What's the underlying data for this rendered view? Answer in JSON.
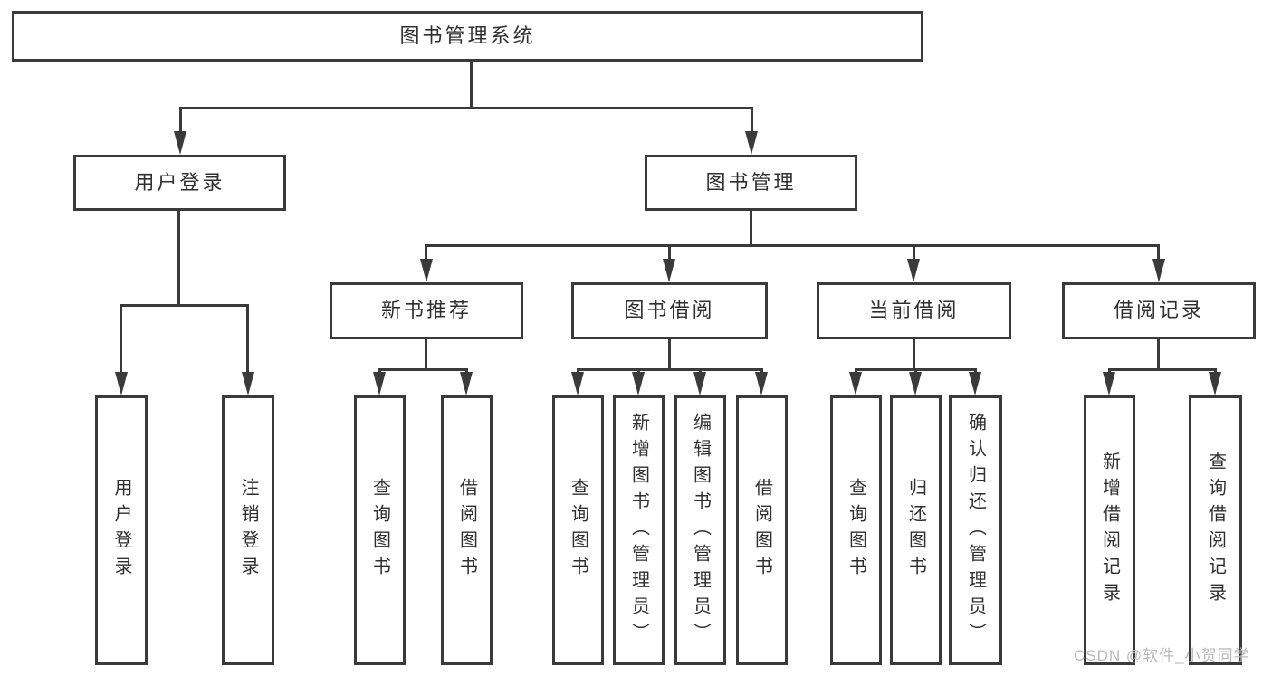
{
  "diagram": {
    "root": {
      "label": "图书管理系统"
    },
    "login": {
      "label": "用户登录",
      "leaves": [
        "用户登录",
        "注销登录"
      ]
    },
    "manage": {
      "label": "图书管理",
      "children": [
        {
          "label": "新书推荐",
          "leaves": [
            "查询图书",
            "借阅图书"
          ]
        },
        {
          "label": "图书借阅",
          "leaves": [
            "查询图书",
            "新增图书（管理员）",
            "编辑图书（管理员）",
            "借阅图书"
          ]
        },
        {
          "label": "当前借阅",
          "leaves": [
            "查询图书",
            "归还图书",
            "确认归还（管理员）"
          ]
        },
        {
          "label": "借阅记录",
          "leaves": [
            "新增借阅记录",
            "查询借阅记录"
          ]
        }
      ]
    }
  },
  "watermark": {
    "text": "CSDN @软件_小贺同学"
  },
  "colors": {
    "line": "#3a3a3a",
    "text": "#2f2f2f",
    "watermark": "#b9b9b9",
    "background": "#ffffff"
  }
}
